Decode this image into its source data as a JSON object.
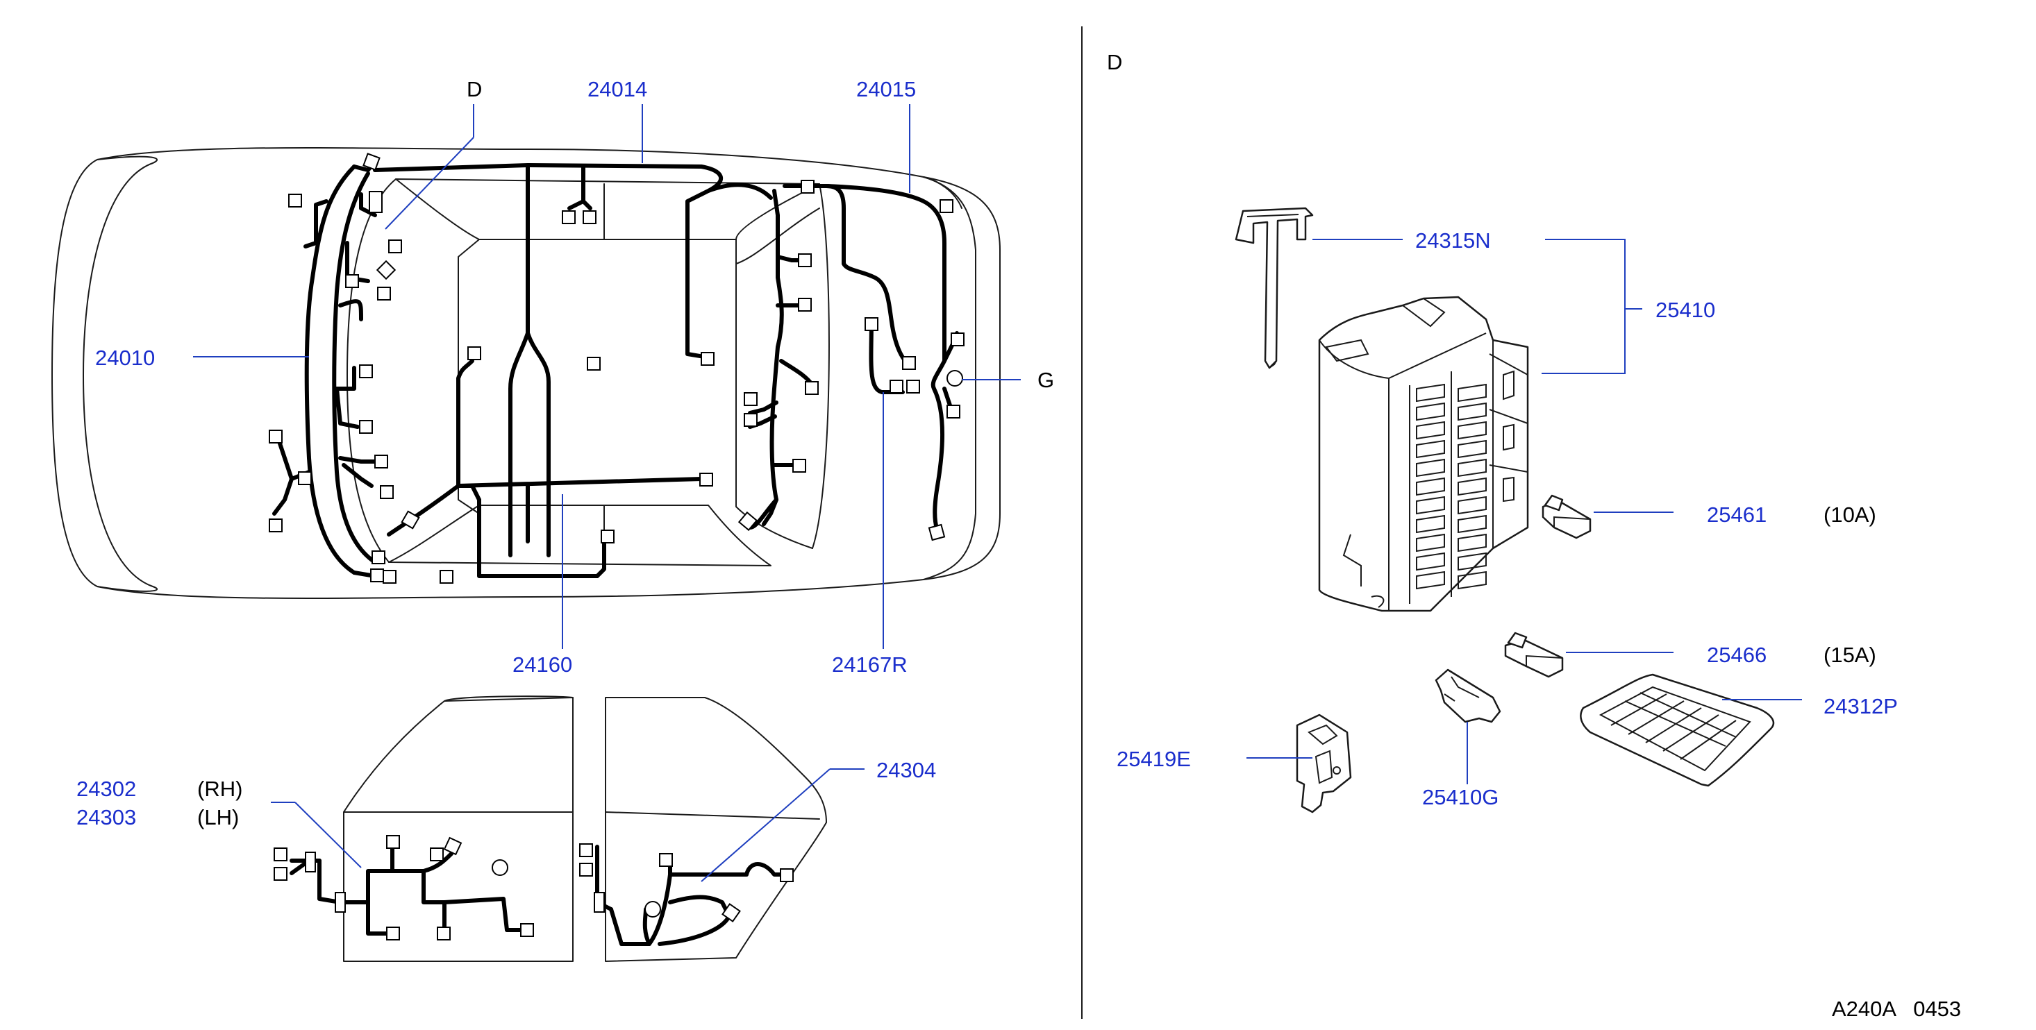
{
  "car_harness_labels": {
    "d_marker": "D",
    "harness_24014": "24014",
    "harness_24015": "24015",
    "harness_24010": "24010",
    "ground_marker": "G",
    "harness_24160": "24160",
    "harness_24167r": "24167R"
  },
  "door_harness_labels": {
    "part_24302": "24302",
    "note_rh": "(RH)",
    "part_24303": "24303",
    "note_lh": "(LH)",
    "part_24304": "24304"
  },
  "detail_view": {
    "title": "D",
    "part_24315n": "24315N",
    "part_25410": "25410",
    "part_25461": "25461",
    "rating_25461": "(10A)",
    "part_25466": "25466",
    "rating_25466": "(15A)",
    "part_24312p": "24312P",
    "part_25419e": "25419E",
    "part_25410g": "25410G"
  },
  "diagram_code": "A240A   0453",
  "colors": {
    "part_number_color": "#1a2ecc",
    "leader_line_color": "#1f3fbf",
    "wire_color": "#000000"
  }
}
